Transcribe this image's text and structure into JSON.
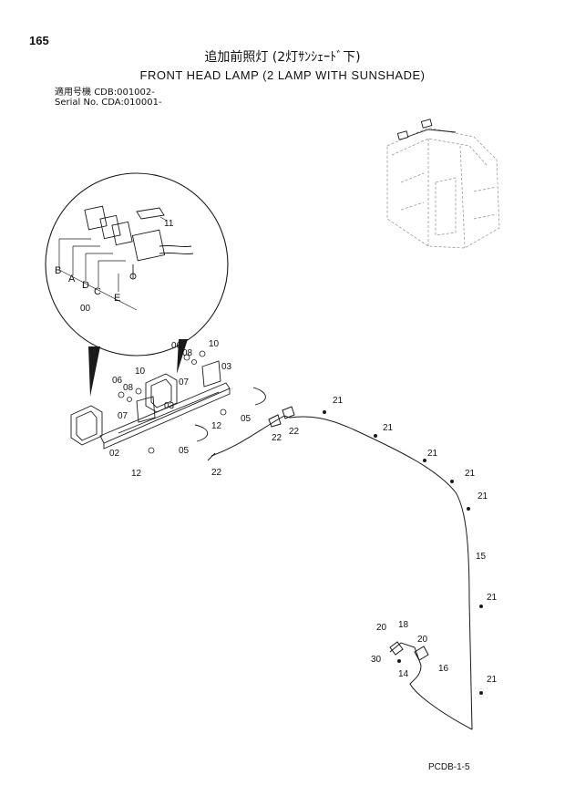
{
  "header": {
    "page_number": "165",
    "title_jp": "追加前照灯 (2灯ｻﾝｼｪｰﾄﾞ下)",
    "title_en": "FRONT HEAD LAMP (2 LAMP WITH SUNSHADE)",
    "serial_jp_label": "適用号機",
    "serial_jp_value": "CDB:001002-",
    "serial_en_label": "Serial No.",
    "serial_en_value": "CDA:010001-"
  },
  "footer": {
    "code": "PCDB-1-5"
  },
  "callouts": {
    "detail": [
      "B",
      "A",
      "D",
      "C",
      "00",
      "E",
      "11"
    ],
    "parts": [
      "06",
      "08",
      "10",
      "07",
      "03",
      "06",
      "08",
      "10",
      "07",
      "03",
      "12",
      "05",
      "02",
      "05",
      "12",
      "22",
      "22",
      "22",
      "21",
      "21",
      "21",
      "21",
      "21",
      "15",
      "21",
      "20",
      "18",
      "20",
      "30",
      "14",
      "16",
      "21"
    ]
  },
  "colors": {
    "line": "#1a1a1a",
    "faint": "#9a9a9a",
    "paper": "#ffffff"
  }
}
